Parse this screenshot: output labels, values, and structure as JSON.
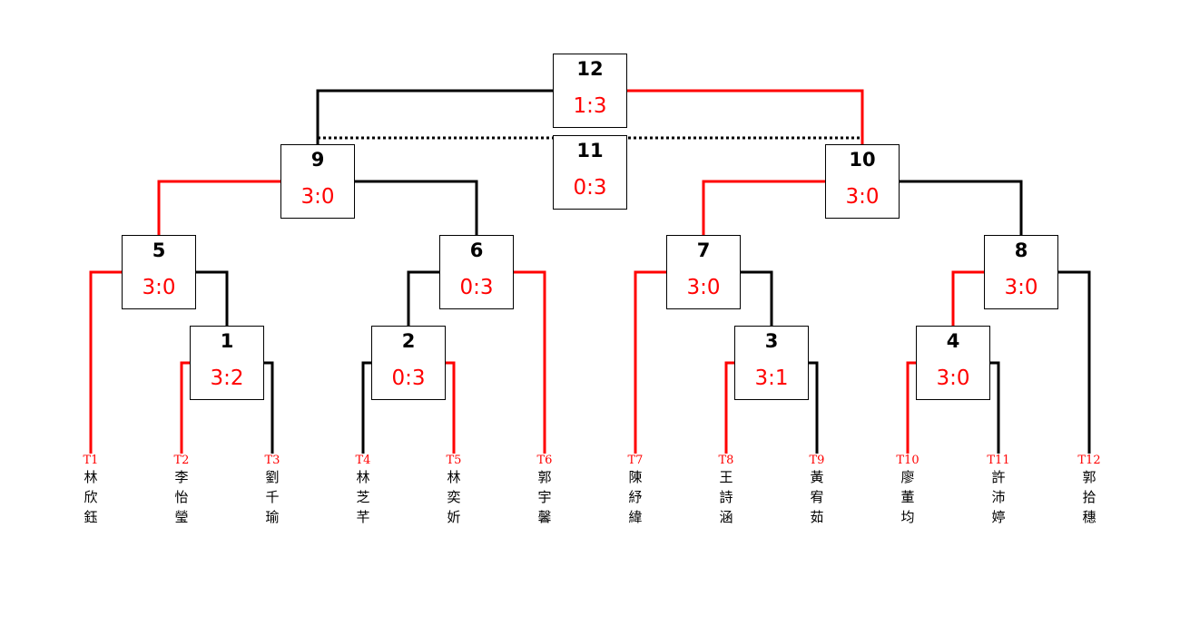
{
  "colors": {
    "winner": "#ff0000",
    "loser": "#000000"
  },
  "matches": {
    "m1": {
      "number": "1",
      "score": "3:2"
    },
    "m2": {
      "number": "2",
      "score": "0:3"
    },
    "m3": {
      "number": "3",
      "score": "3:1"
    },
    "m4": {
      "number": "4",
      "score": "3:0"
    },
    "m5": {
      "number": "5",
      "score": "3:0"
    },
    "m6": {
      "number": "6",
      "score": "0:3"
    },
    "m7": {
      "number": "7",
      "score": "3:0"
    },
    "m8": {
      "number": "8",
      "score": "3:0"
    },
    "m9": {
      "number": "9",
      "score": "3:0"
    },
    "m10": {
      "number": "10",
      "score": "3:0"
    },
    "m11": {
      "number": "11",
      "score": "0:3"
    },
    "m12": {
      "number": "12",
      "score": "1:3"
    }
  },
  "teams": [
    {
      "id": "T1",
      "name": [
        "林",
        "欣",
        "鈺"
      ]
    },
    {
      "id": "T2",
      "name": [
        "李",
        "怡",
        "瑩"
      ]
    },
    {
      "id": "T3",
      "name": [
        "劉",
        "千",
        "瑜"
      ]
    },
    {
      "id": "T4",
      "name": [
        "林",
        "芝",
        "芊"
      ]
    },
    {
      "id": "T5",
      "name": [
        "林",
        "奕",
        "妡"
      ]
    },
    {
      "id": "T6",
      "name": [
        "郭",
        "宇",
        "馨"
      ]
    },
    {
      "id": "T7",
      "name": [
        "陳",
        "紓",
        "緯"
      ]
    },
    {
      "id": "T8",
      "name": [
        "王",
        "詩",
        "涵"
      ]
    },
    {
      "id": "T9",
      "name": [
        "黃",
        "宥",
        "茹"
      ]
    },
    {
      "id": "T10",
      "name": [
        "廖",
        "董",
        "均"
      ]
    },
    {
      "id": "T11",
      "name": [
        "許",
        "沛",
        "婷"
      ]
    },
    {
      "id": "T12",
      "name": [
        "郭",
        "拾",
        "穗"
      ]
    }
  ]
}
